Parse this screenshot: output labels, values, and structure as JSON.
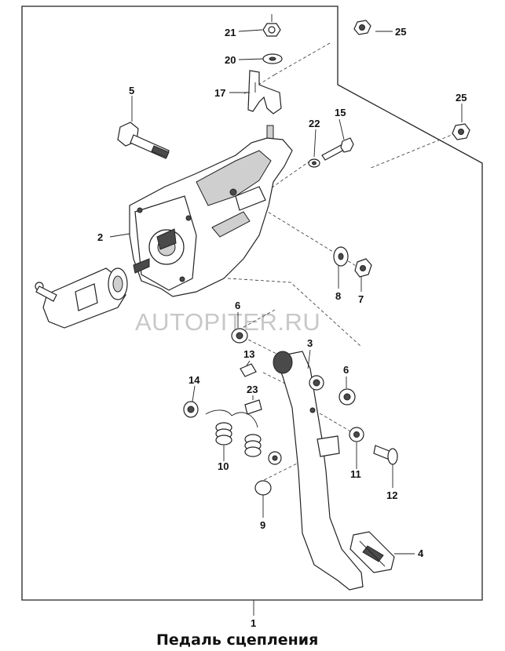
{
  "diagram": {
    "title": "Педаль сцепления",
    "watermark": "AUTOPITER.RU",
    "assembly_number": "1",
    "callouts": {
      "c1": "1",
      "c2": "2",
      "c3": "3",
      "c4": "4",
      "c5": "5",
      "c6a": "6",
      "c6b": "6",
      "c7": "7",
      "c8": "8",
      "c9": "9",
      "c10": "10",
      "c11": "11",
      "c12": "12",
      "c13": "13",
      "c14": "14",
      "c15": "15",
      "c17": "17",
      "c20": "20",
      "c21": "21",
      "c22": "22",
      "c23": "23",
      "c25a": "25",
      "c25b": "25"
    }
  }
}
